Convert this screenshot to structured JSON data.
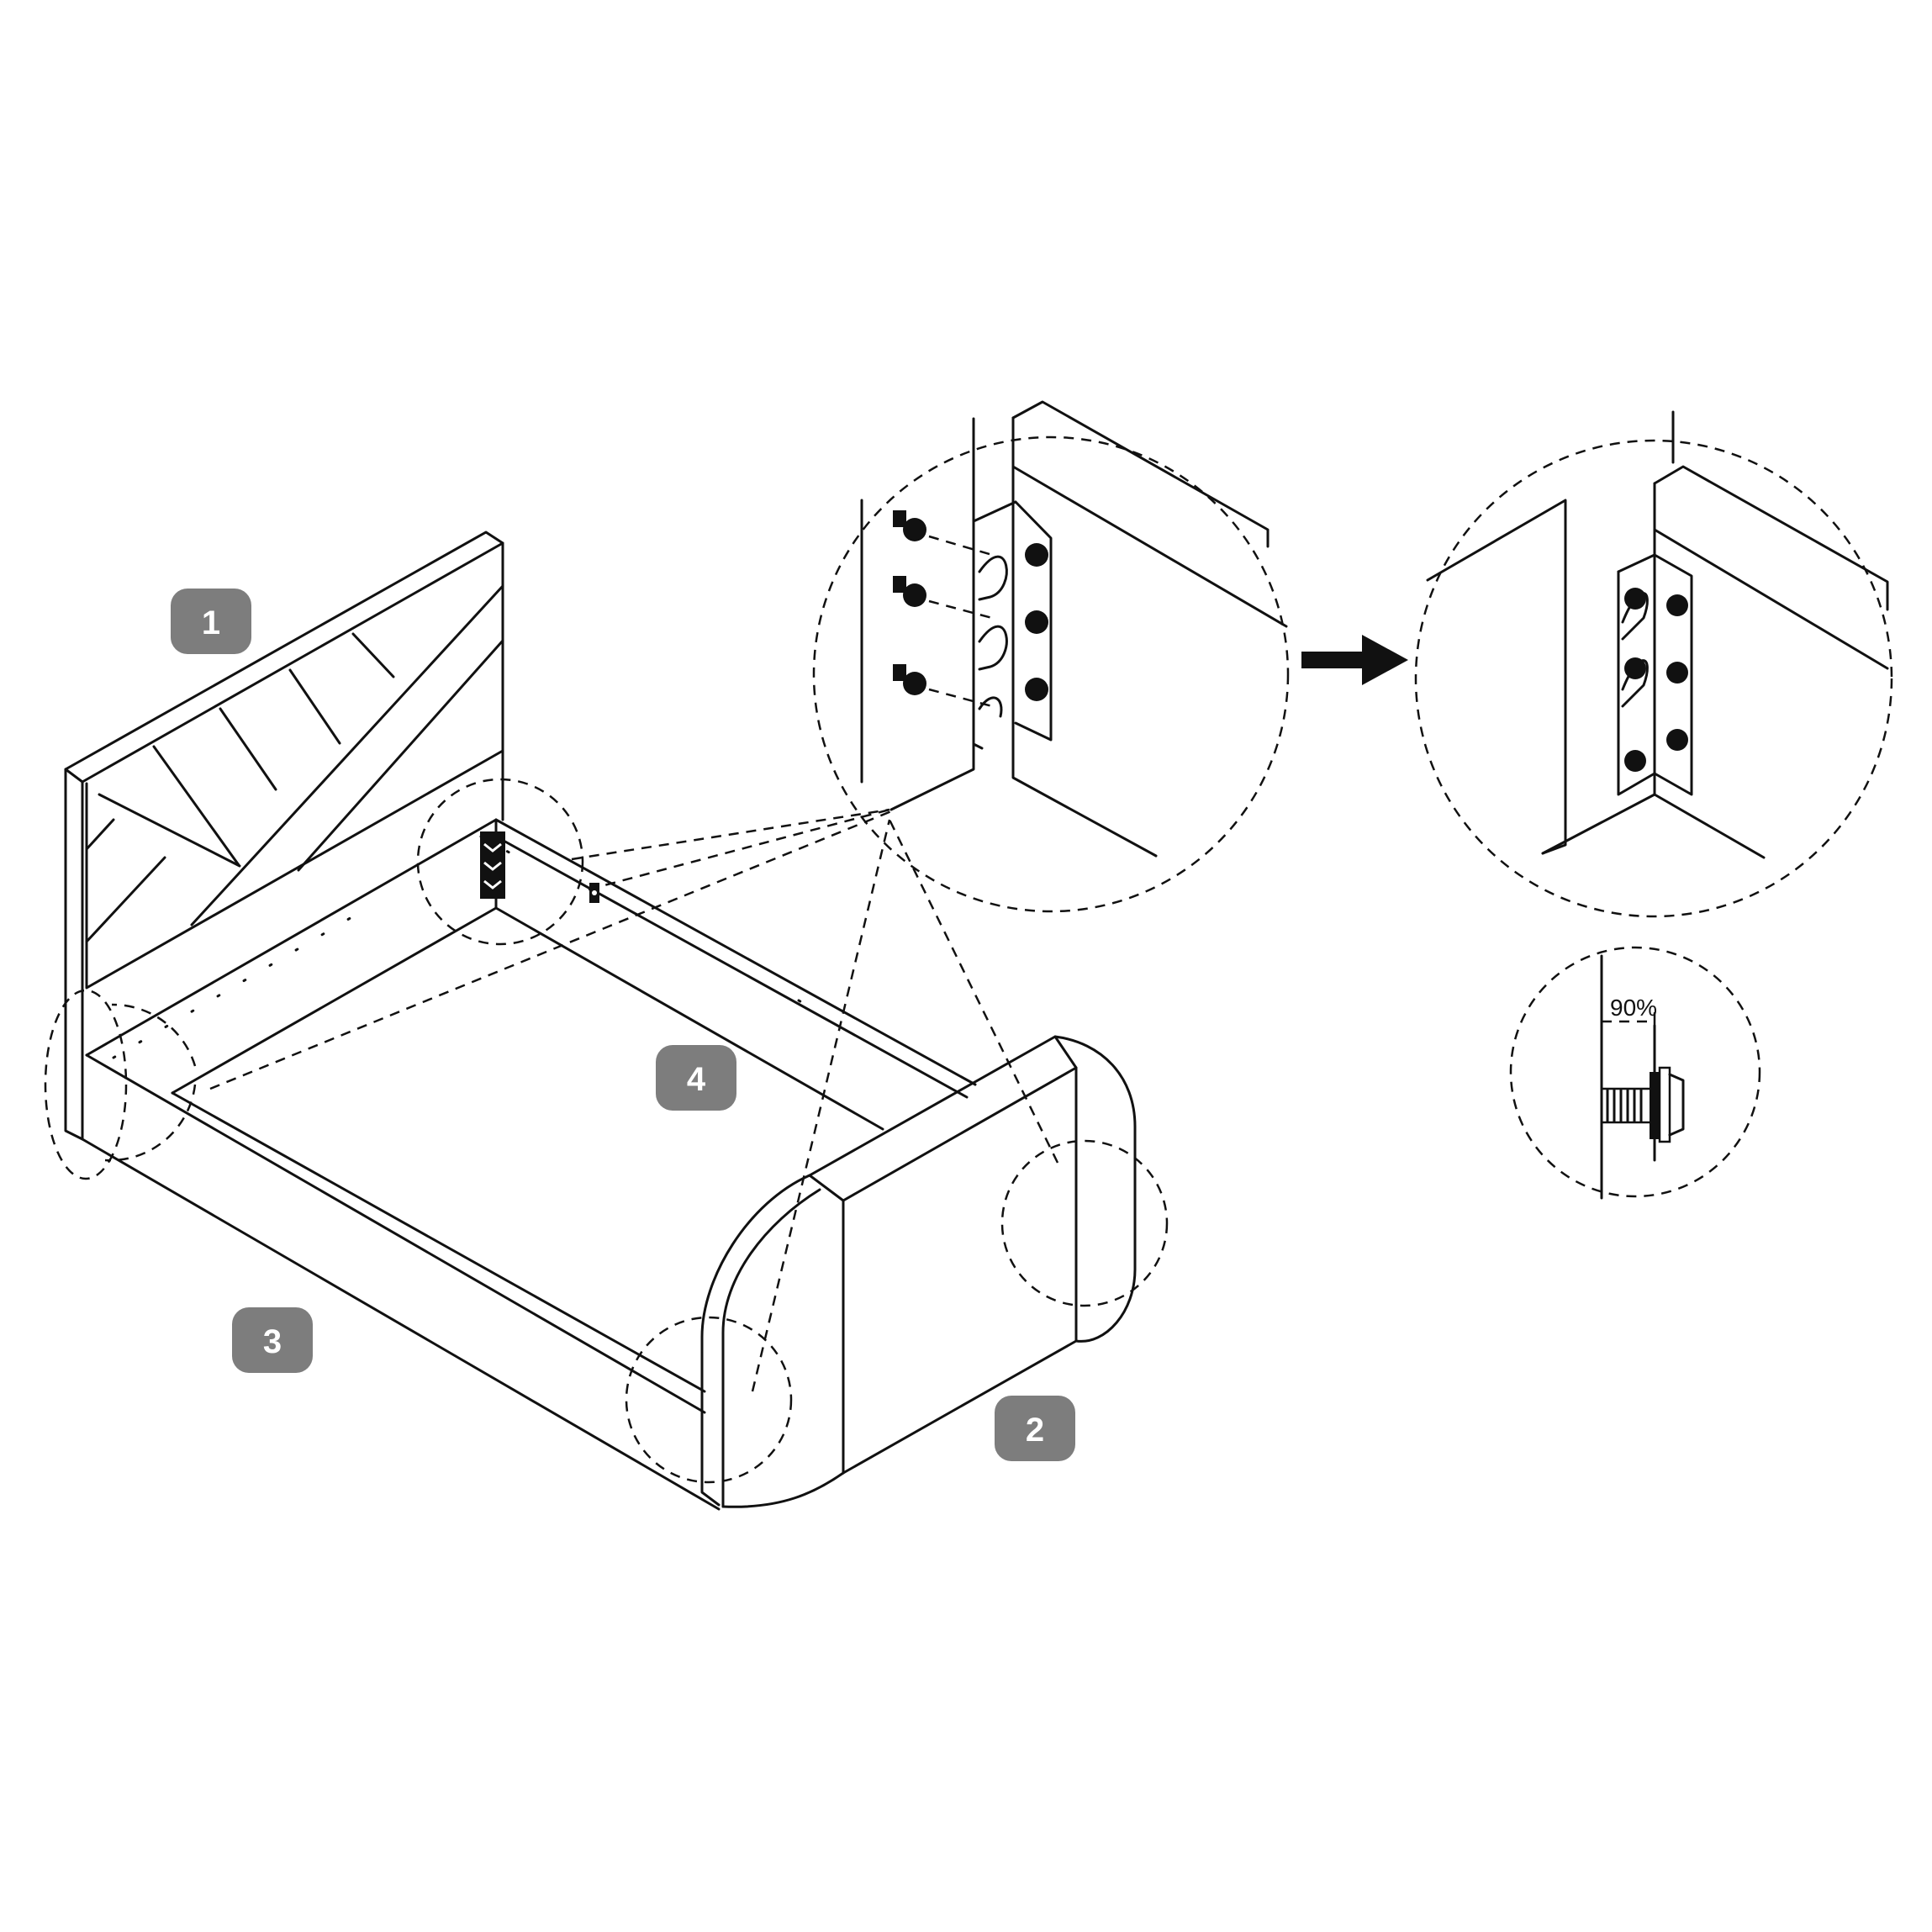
{
  "badges": {
    "headboard": "1",
    "footboard": "2",
    "side_rail": "3",
    "slat_base": "4"
  },
  "detail_note": {
    "angle_label": "90%"
  }
}
